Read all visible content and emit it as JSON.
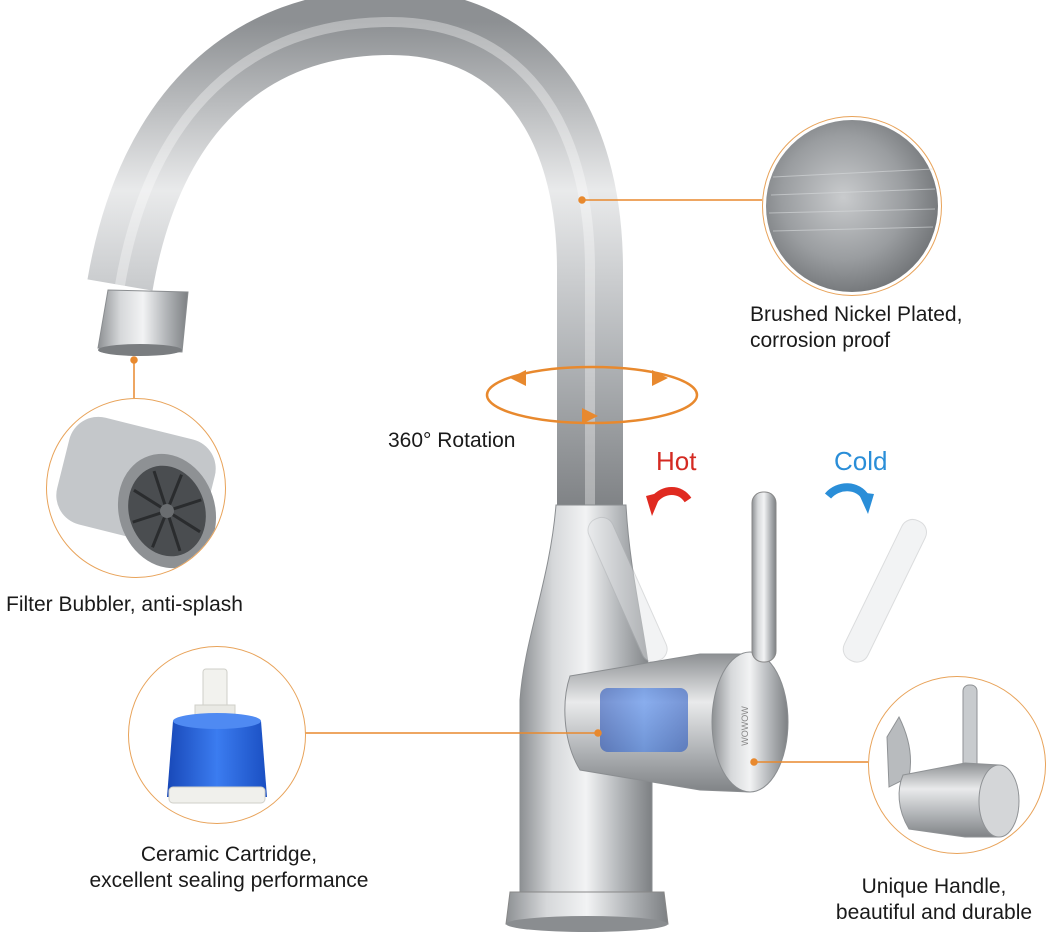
{
  "callouts": {
    "finish": {
      "line1": "Brushed Nickel Plated,",
      "line2": "corrosion proof"
    },
    "rotation": "360° Rotation",
    "aerator": "Filter Bubbler, anti-splash",
    "cartridge": {
      "line1": "Ceramic Cartridge,",
      "line2": "excellent sealing performance"
    },
    "handle": {
      "line1": "Unique Handle,",
      "line2": "beautiful and durable"
    }
  },
  "handle_positions": {
    "hot": "Hot",
    "cold": "Cold"
  },
  "brand_mark": "WOWOW",
  "colors": {
    "leader_line": "#e8892e",
    "hot_arrow": "#e02a20",
    "cold_arrow": "#2a8ed8",
    "cartridge_body": "#1f5fd6",
    "nickel": "#b9bcbf"
  }
}
